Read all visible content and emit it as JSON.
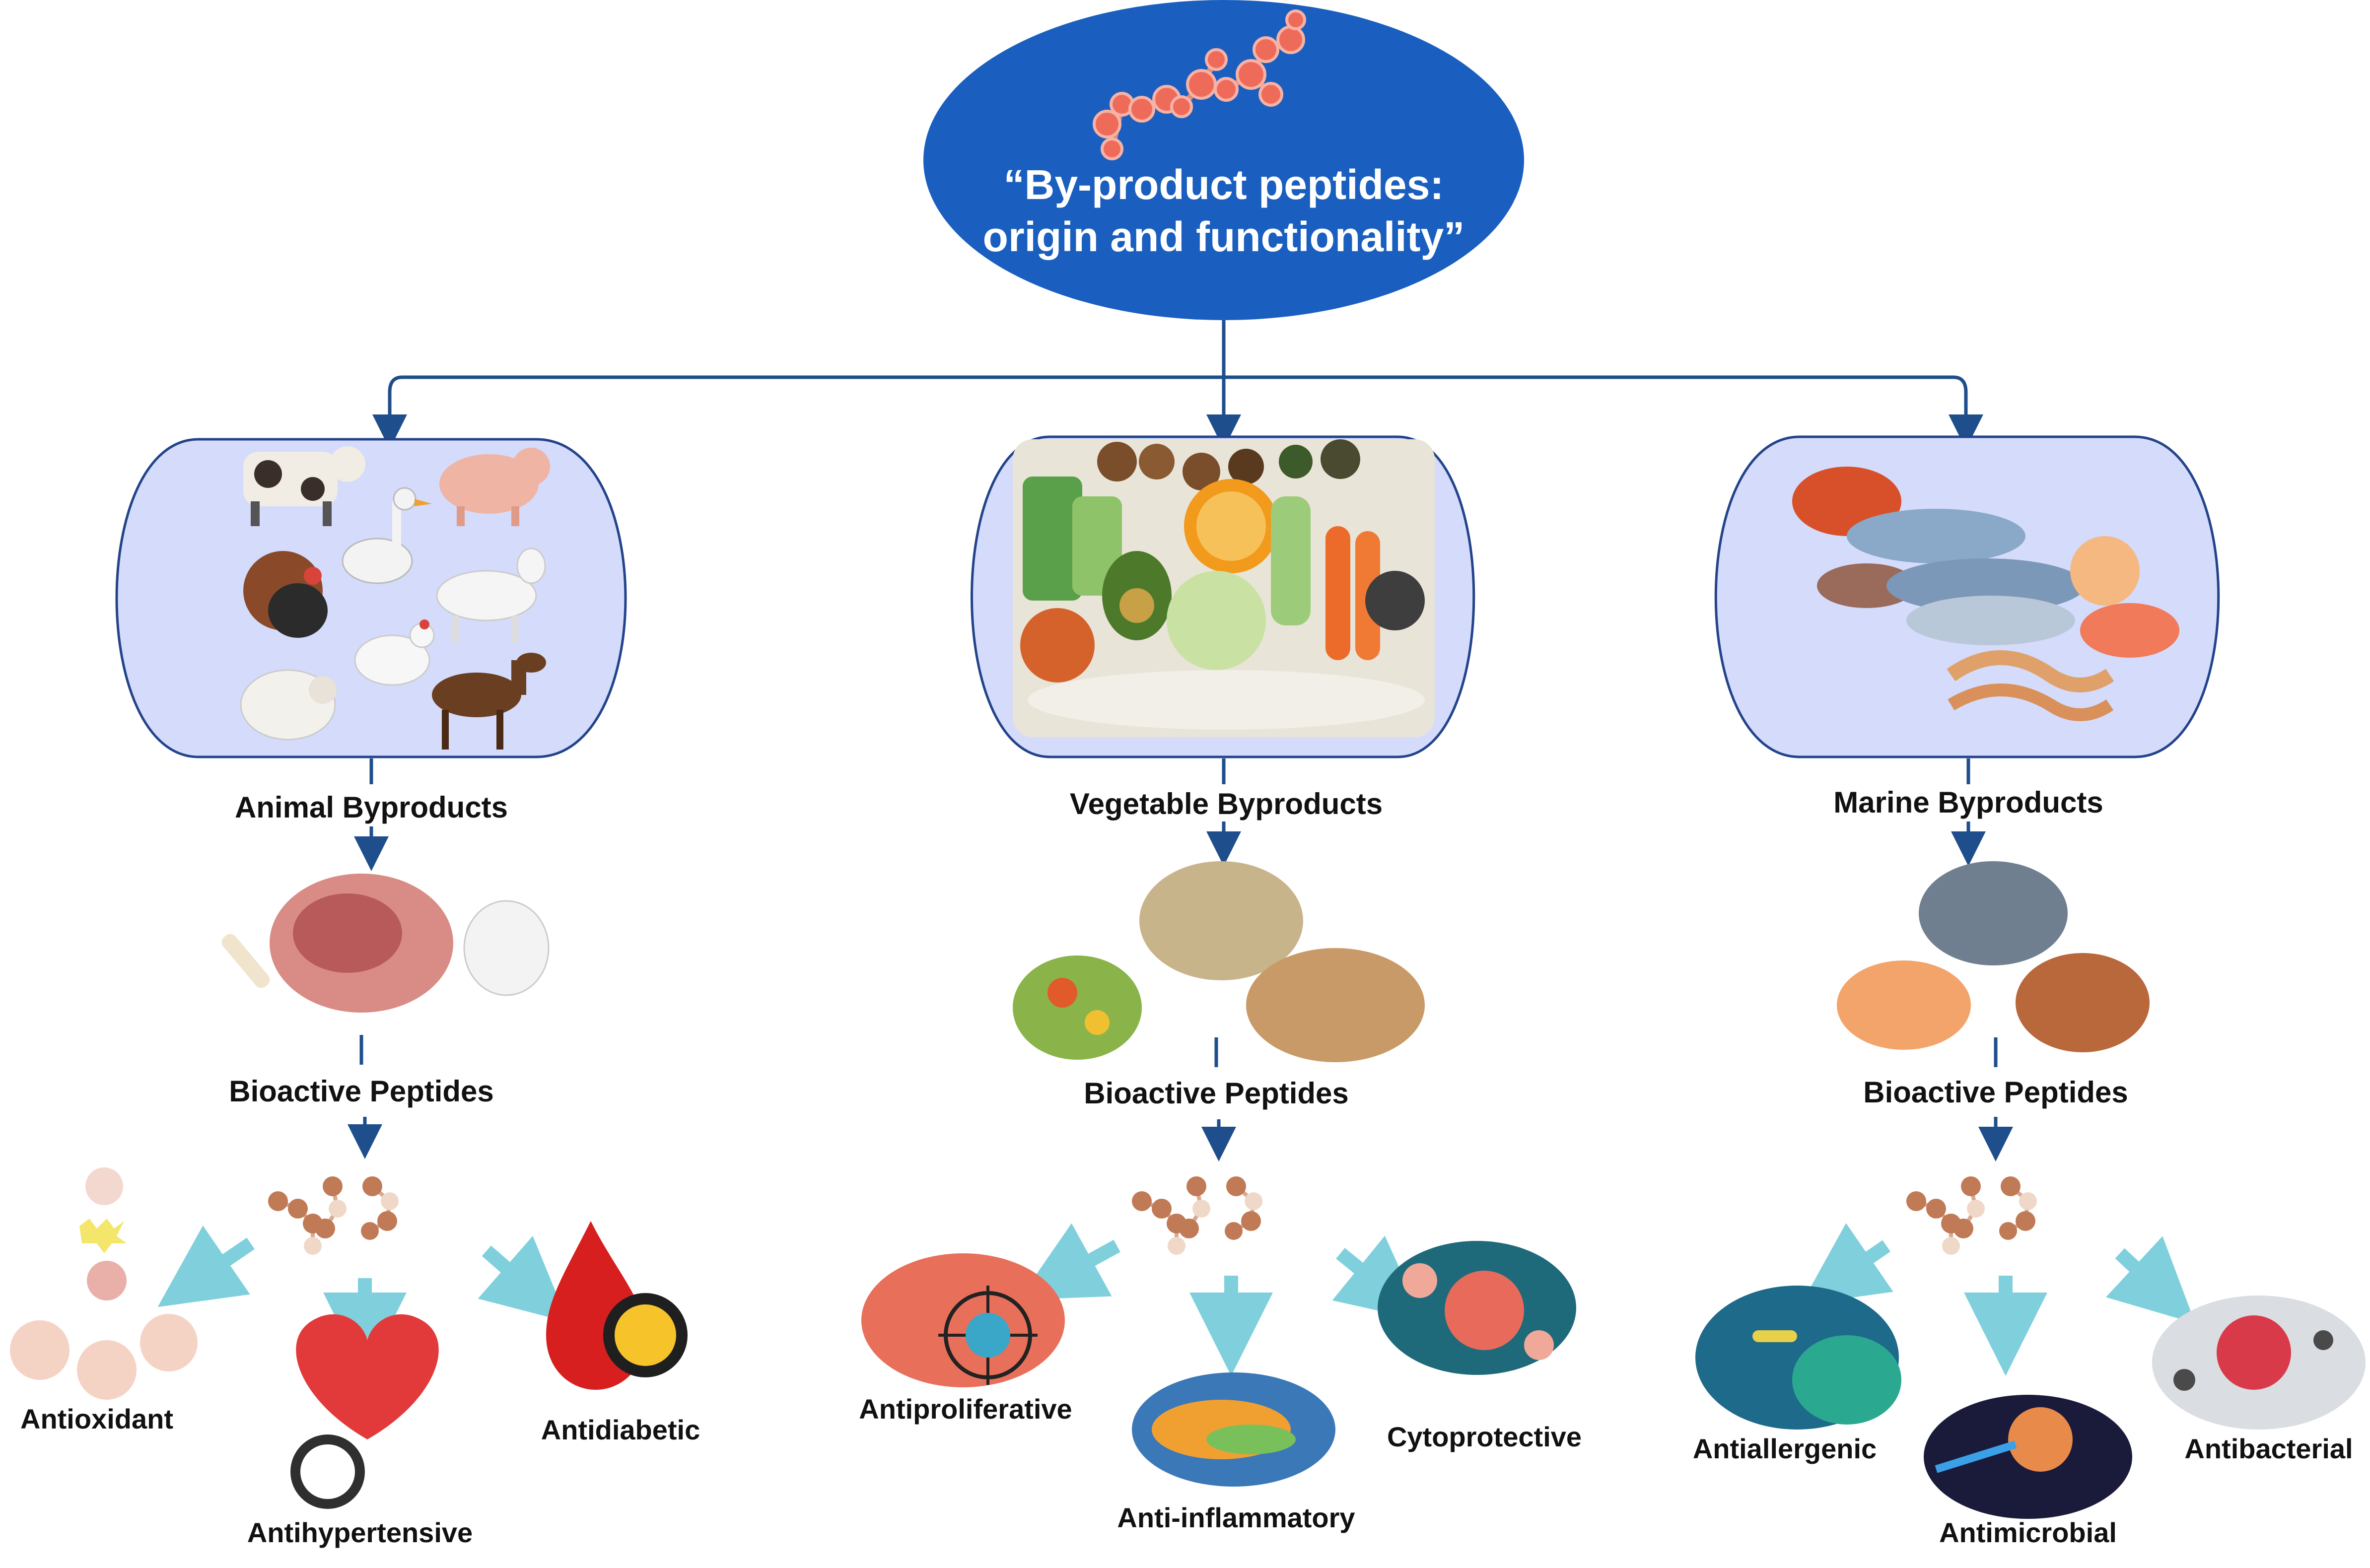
{
  "title": {
    "line1": "“By-product peptides:",
    "line2": "origin and functionality”"
  },
  "colors": {
    "title_bg": "#1a5fbf",
    "connector": "#1f4e8c",
    "panel_fill": "#d4dbfb",
    "panel_stroke": "#23438a",
    "function_arrow": "#7fd0dc",
    "peptide_bead": "#c07a55"
  },
  "branches": [
    {
      "category": "Animal Byproducts",
      "peptides": "Bioactive Peptides",
      "functions": [
        "Antioxidant",
        "Antihypertensive",
        "Antidiabetic"
      ]
    },
    {
      "category": "Vegetable Byproducts",
      "peptides": "Bioactive Peptides",
      "functions": [
        "Antiproliferative",
        "Anti-inflammatory",
        "Cytoprotective"
      ]
    },
    {
      "category": "Marine Byproducts",
      "peptides": "Bioactive Peptides",
      "functions": [
        "Antiallergenic",
        "Antimicrobial",
        "Antibacterial"
      ]
    }
  ]
}
